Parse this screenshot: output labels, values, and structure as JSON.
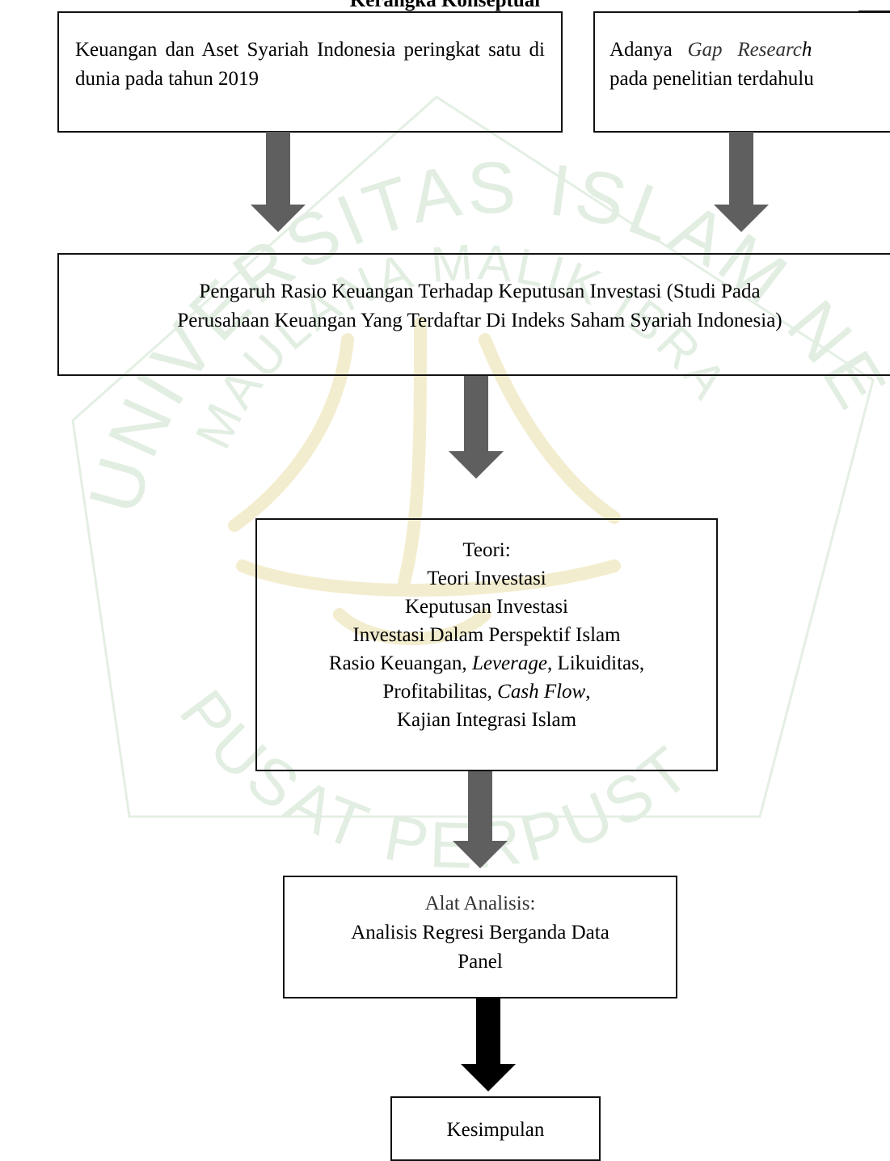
{
  "title": "Kerangka Konseptual",
  "box1": {
    "text": "Keuangan dan Aset Syariah Indonesia peringkat satu di dunia pada tahun 2019"
  },
  "box2": {
    "prefix": "Adanya",
    "gap": "Gap",
    "research": "Researc",
    "research_h": "h",
    "line2": "pada penelitian terdahul",
    "line2_u": "u"
  },
  "box3": {
    "line1": "Pengaruh Rasio Keuangan Terhadap Keputusan Investasi (Studi Pada",
    "line2": "Perusahaan Keuangan Yang Terdaftar Di Indeks Saham Syariah Indonesia)"
  },
  "box4": {
    "heading": "Teori:",
    "item1": "Teori Investasi",
    "item2": "Keputusan Investasi",
    "item3": "Investasi Dalam Perspektif Islam",
    "item4_a": "Rasio Keuangan, ",
    "item4_b": "Leverage",
    "item4_c": ", Likuiditas,",
    "item5_a": "Profitabilitas, ",
    "item5_b": "Cash Flow",
    "item5_c": ",",
    "item6": "Kajian Integrasi Islam"
  },
  "box5": {
    "heading": "Alat Analisis:",
    "line1": "Analisis Regresi Berganda Data",
    "line2": "Panel"
  },
  "box6": {
    "text": "Kesimpulan"
  },
  "watermark": {
    "arc_top": "UNIVERSITAS ISLAM NEGERI",
    "arc_inner": "MAULANA MALIK IBRAHIM",
    "arc_bottom": "PUSAT PERPUSTAKAAN",
    "color": "#dcebdc"
  },
  "colors": {
    "arrow_gray": "#5f5f5f",
    "arrow_dark": "#000000"
  }
}
